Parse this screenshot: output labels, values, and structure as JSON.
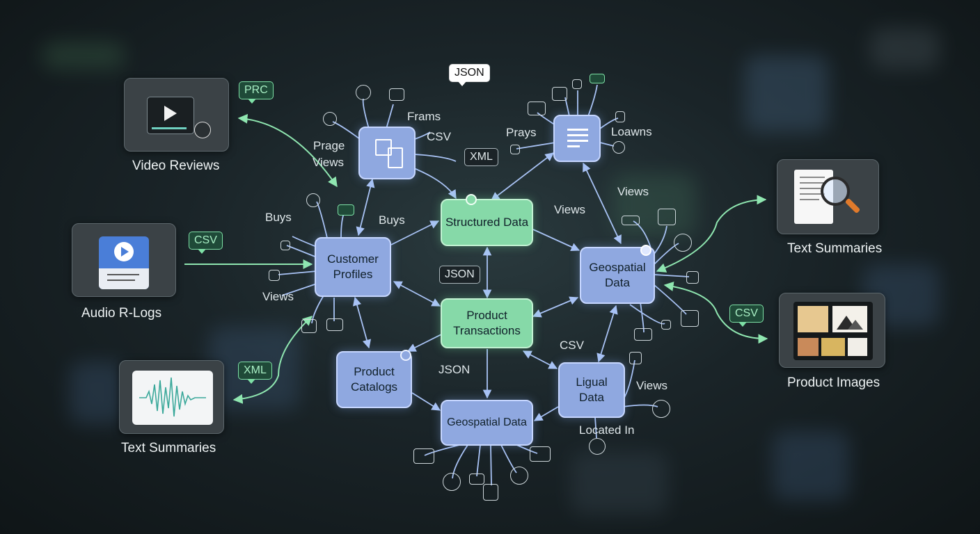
{
  "nodes": {
    "structured_data": "Structured Data",
    "customer_profiles": "Customer\nProfiles",
    "product_transactions": "Product\nTransactions",
    "geospatial_data_right": "Geospatial\nData",
    "product_catalogs": "Product\nCatalogs",
    "geospatial_data_bottom": "Geospatial Data",
    "lingual_data": "Ligual\nData"
  },
  "sources": {
    "video_reviews": "Video Reviews",
    "audio_logs": "Audio R-Logs",
    "text_summaries_left": "Text Summaries",
    "text_summaries_right": "Text Summaries",
    "product_images": "Product Images"
  },
  "tags": {
    "json_top": "JSON",
    "prc": "PRC",
    "csv_left": "CSV",
    "xml_left": "XML",
    "xml_center": "XML",
    "json_center": "JSON",
    "csv_right": "CSV"
  },
  "labels": {
    "frams": "Frams",
    "csv_top": "CSV",
    "prage": "Prage",
    "views_top": "Views",
    "buys_left": "Buys",
    "buys_mid": "Buys",
    "views_left": "Views",
    "prays": "Prays",
    "loans": "Loawns",
    "views_mid": "Views",
    "views_right": "Views",
    "csv_mid": "CSV",
    "json_mid": "JSON",
    "views_lower": "Views",
    "located_in": "Located In"
  },
  "colors": {
    "blue_node": "#8fa8e0",
    "green_node": "#86d9a8",
    "link_blue": "#a9c3f5",
    "link_green": "#8fe6b0",
    "background": "#1a2428"
  }
}
